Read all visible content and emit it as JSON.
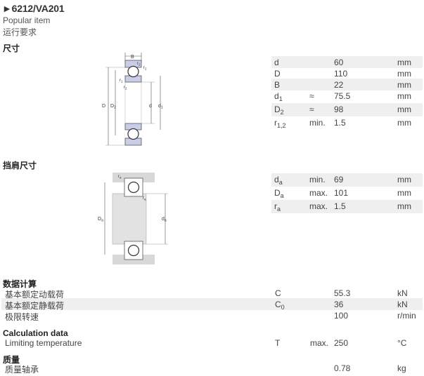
{
  "header": {
    "title": "►6212/VA201",
    "popular": "Popular item",
    "requirement": "运行要求"
  },
  "sections": {
    "dimensions": "尺寸",
    "abutment": "挡肩尺寸",
    "calc_cn": "数据计算",
    "calc_en": "Calculation data",
    "mass": "质量"
  },
  "drawing1_labels": {
    "B": "B",
    "r2a": "r",
    "r2b": "r",
    "r1": "r",
    "r2c": "r",
    "D": "D",
    "D2": "D",
    "d": "d",
    "d1": "d",
    "sub1": "1",
    "sub2": "2",
    "subD2": "2"
  },
  "drawing2_labels": {
    "ra1": "r",
    "ra2": "r",
    "Da": "D",
    "da": "d",
    "suba": "a"
  },
  "dimensions": [
    {
      "sym": "d",
      "sub": "",
      "qual": "",
      "val": "60",
      "unit": "mm"
    },
    {
      "sym": "D",
      "sub": "",
      "qual": "",
      "val": "110",
      "unit": "mm"
    },
    {
      "sym": "B",
      "sub": "",
      "qual": "",
      "val": "22",
      "unit": "mm"
    },
    {
      "sym": "d",
      "sub": "1",
      "qual": "≈",
      "val": "75.5",
      "unit": "mm"
    },
    {
      "sym": "D",
      "sub": "2",
      "qual": "≈",
      "val": "98",
      "unit": "mm"
    },
    {
      "sym": "r",
      "sub": "1,2",
      "qual": "min.",
      "val": "1.5",
      "unit": "mm"
    }
  ],
  "abutment": [
    {
      "sym": "d",
      "sub": "a",
      "qual": "min.",
      "val": "69",
      "unit": "mm"
    },
    {
      "sym": "D",
      "sub": "a",
      "qual": "max.",
      "val": "101",
      "unit": "mm"
    },
    {
      "sym": "r",
      "sub": "a",
      "qual": "max.",
      "val": "1.5",
      "unit": "mm"
    }
  ],
  "calc_rows": [
    {
      "label": "基本额定动载荷",
      "sym": "C",
      "sub": "",
      "qual": "",
      "val": "55.3",
      "unit": "kN"
    },
    {
      "label": "基本额定静载荷",
      "sym": "C",
      "sub": "0",
      "qual": "",
      "val": "36",
      "unit": "kN"
    },
    {
      "label": "极限转速",
      "sym": "",
      "sub": "",
      "qual": "",
      "val": "100",
      "unit": "r/min"
    }
  ],
  "calc_en_rows": [
    {
      "label": "Limiting temperature",
      "sym": "T",
      "sub": "",
      "qual": "max.",
      "val": "250",
      "unit": "°C"
    }
  ],
  "mass_rows": [
    {
      "label": "质量轴承",
      "sym": "",
      "sub": "",
      "qual": "",
      "val": "0.78",
      "unit": "kg"
    }
  ]
}
